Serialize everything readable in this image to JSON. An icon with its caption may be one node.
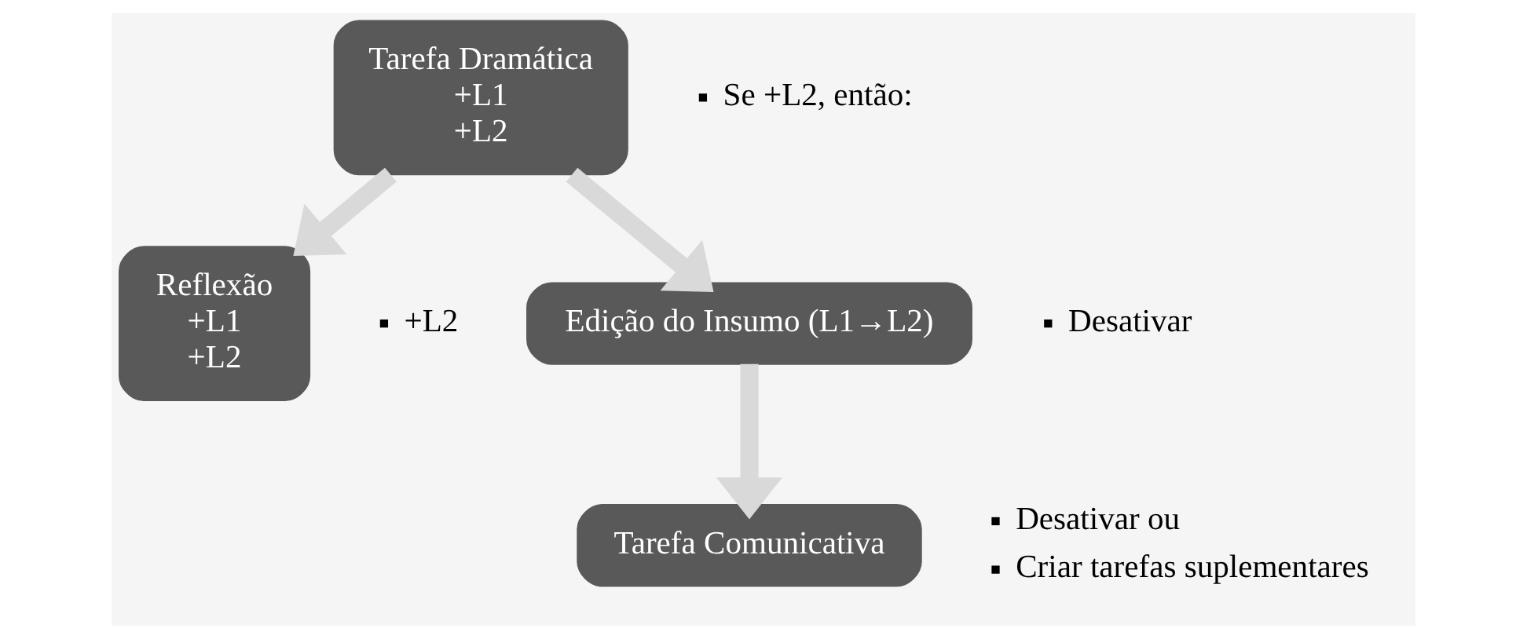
{
  "diagram": {
    "nodes": [
      {
        "text": [
          "Tarefa Dramática",
          "+L1",
          "+L2"
        ],
        "beside": [
          "Se +L2, então:"
        ]
      },
      {
        "text": [
          "Reflexão",
          "+L1",
          "+L2"
        ],
        "beside": [
          "+L2"
        ]
      },
      {
        "text": [
          "Edição do Insumo (L1→L2)"
        ],
        "beside": [
          "Desativar"
        ]
      },
      {
        "text": [
          "Tarefa Comunicativa"
        ],
        "beside": [
          "Desativar ou",
          "Criar tarefas suplementares"
        ]
      }
    ],
    "edges": [
      {
        "from": 0,
        "to": 1,
        "arrow": "to"
      },
      {
        "from": 0,
        "to": 2,
        "arrow": "to"
      },
      {
        "from": 2,
        "to": 3,
        "arrow": "to"
      }
    ]
  }
}
